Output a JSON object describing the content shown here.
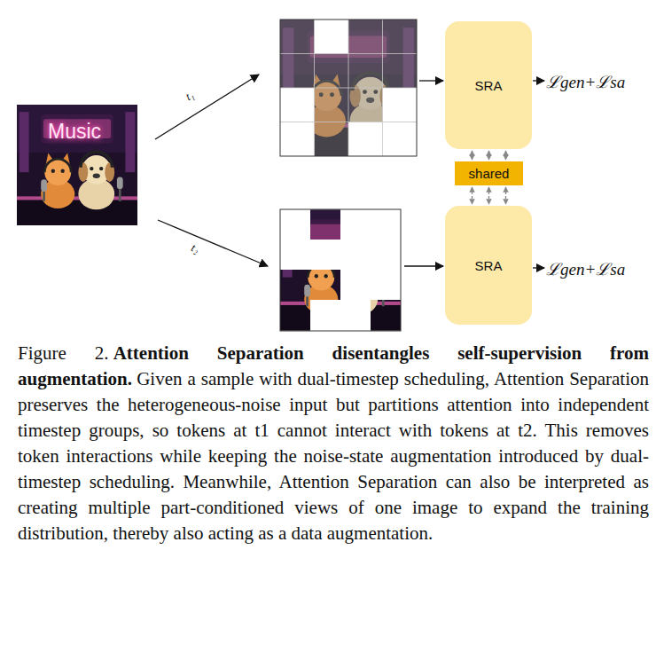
{
  "diagram": {
    "title": "Attention Separation disentangles self-supervision from augmentation.",
    "caption": "Given a sample with dual-timestep scheduling, Attention Separation preserves the heterogeneous-noise input but partitions attention into independent timestep groups, so tokens at t1 cannot interact with tokens at t2. This removes token interactions while keeping the noise-state augmentation introduced by dual-timestep scheduling.  Meanwhile, Attention Separation can also be interpreted as creating multiple part-conditioned views of one image to expand the training distribution, thereby also acting as a data augmentation.",
    "nodes": [
      {
        "text": [
          "SRA"
        ]
      },
      {
        "text": [
          "shared"
        ]
      },
      {
        "text": [
          "SRA"
        ]
      }
    ],
    "edges": [
      {
        "from": 0,
        "to": 1,
        "arrow": "both"
      },
      {
        "from": 1,
        "to": 2,
        "arrow": "both"
      }
    ],
    "labels": [
      "Music",
      "t₁",
      "t₂",
      "ℒgen+ℒsa",
      "ℒgen+ℒsa",
      "Figure 2."
    ]
  }
}
